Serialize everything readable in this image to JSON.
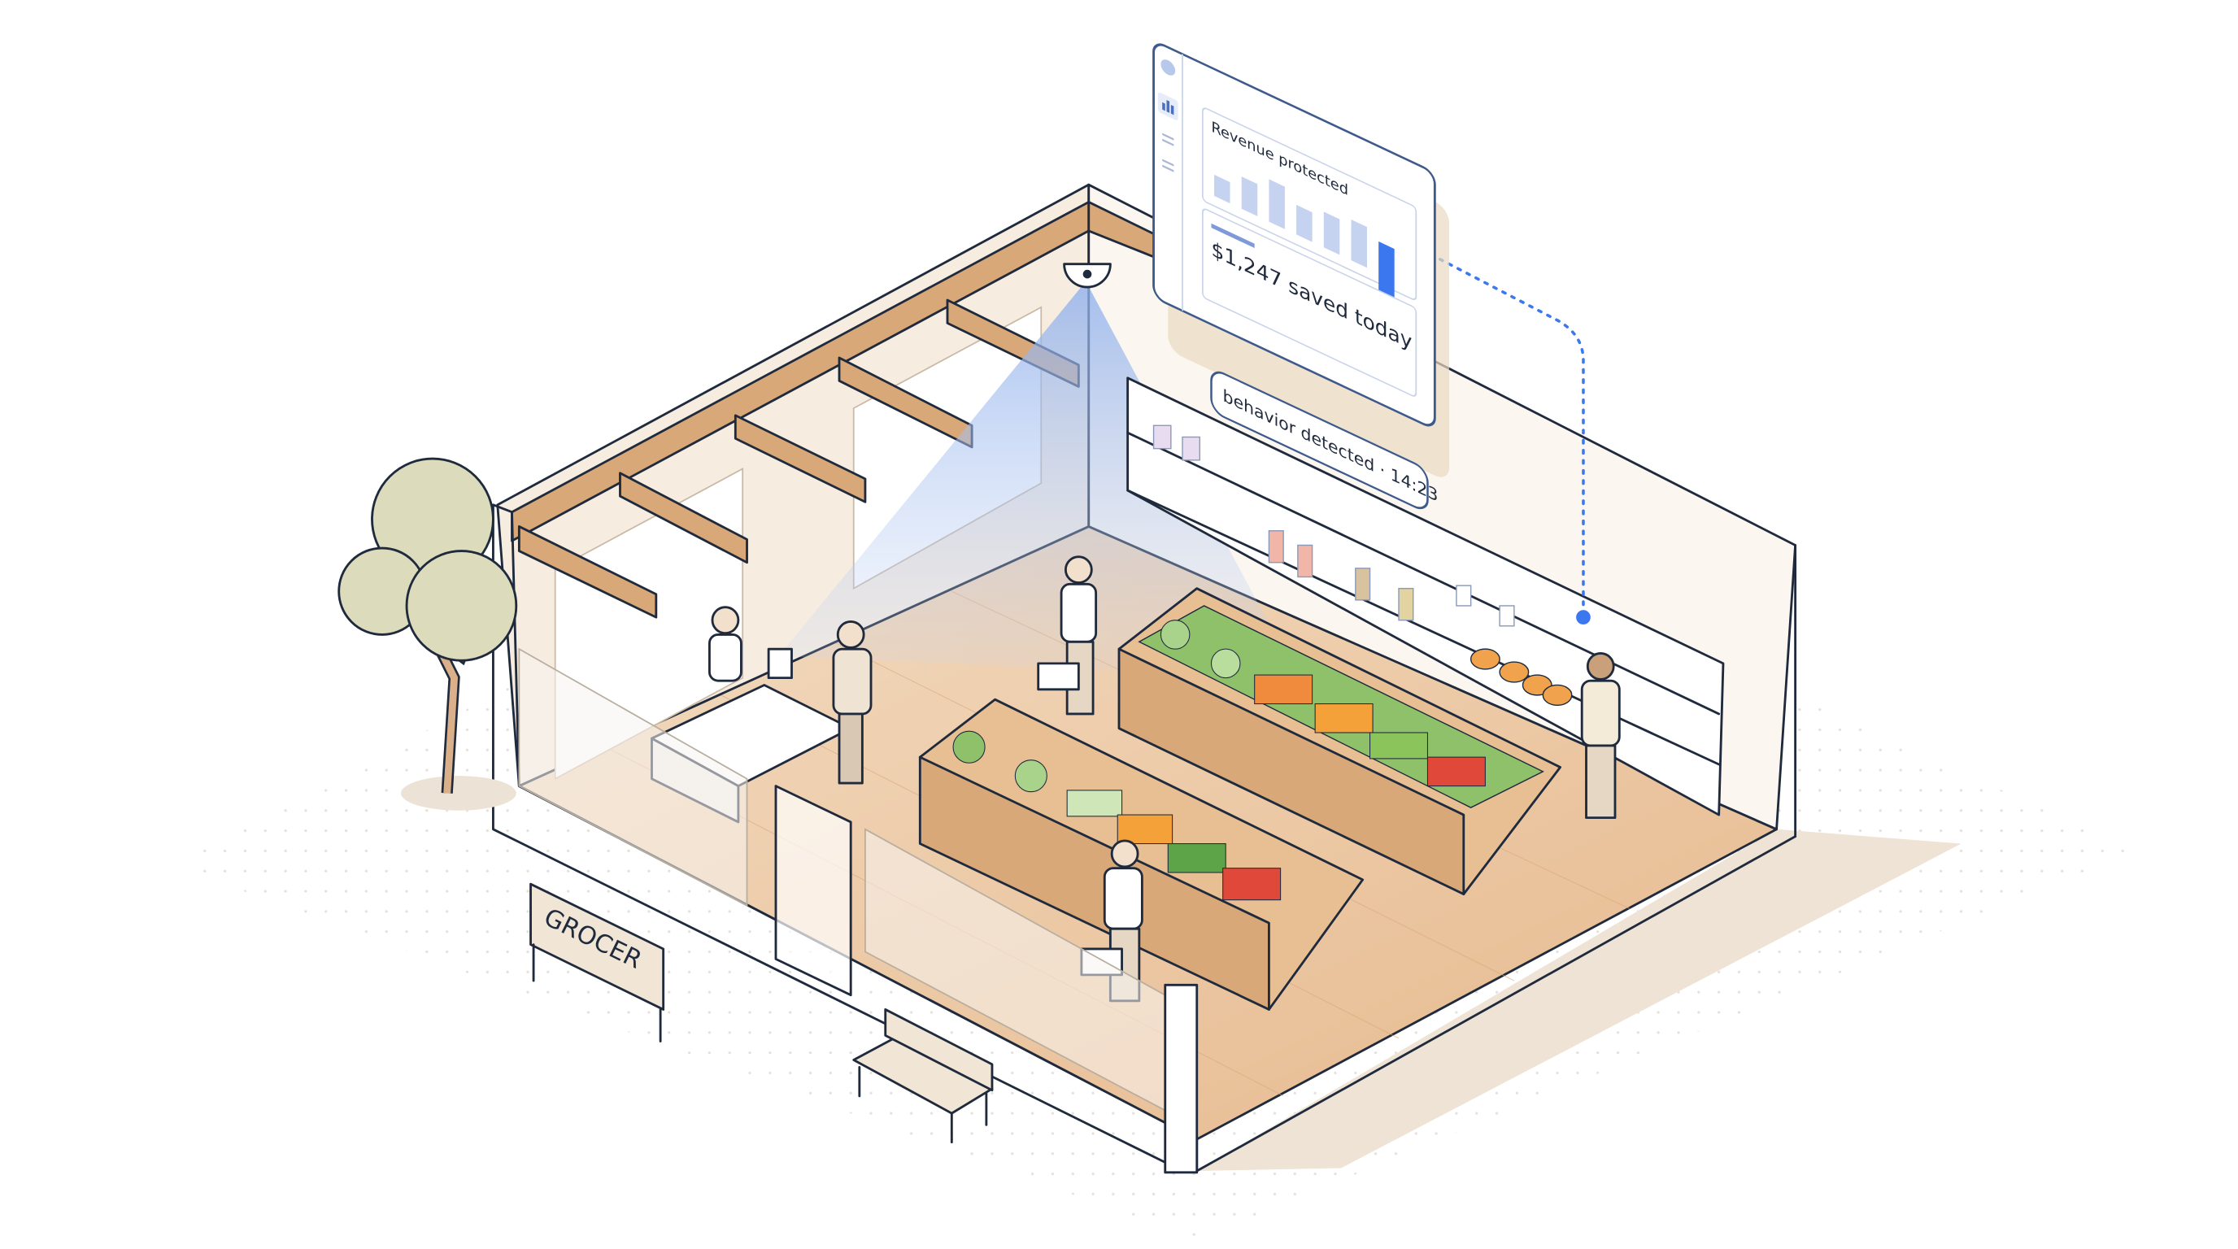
{
  "scene": {
    "sign_text": "GROCER"
  },
  "dashboard": {
    "card_title": "Revenue protected",
    "bars": [
      25,
      38,
      50,
      35,
      42,
      48,
      68
    ],
    "highlight_index": 6,
    "highlight_color": "#3b78f0",
    "bar_color": "#c5d3f0",
    "summary": "$1,247 saved today",
    "sidebar_icons": [
      "avatar-icon",
      "bar-chart-icon",
      "menu-lines-icon",
      "menu-lines-icon"
    ]
  },
  "alert": {
    "label": "behavior detected · 14:23"
  },
  "colors": {
    "accent": "#3b78f0",
    "wood": "#d9a878",
    "floor": "#efcfae",
    "wall": "#f6ece0",
    "outline": "#1f2a3d"
  }
}
